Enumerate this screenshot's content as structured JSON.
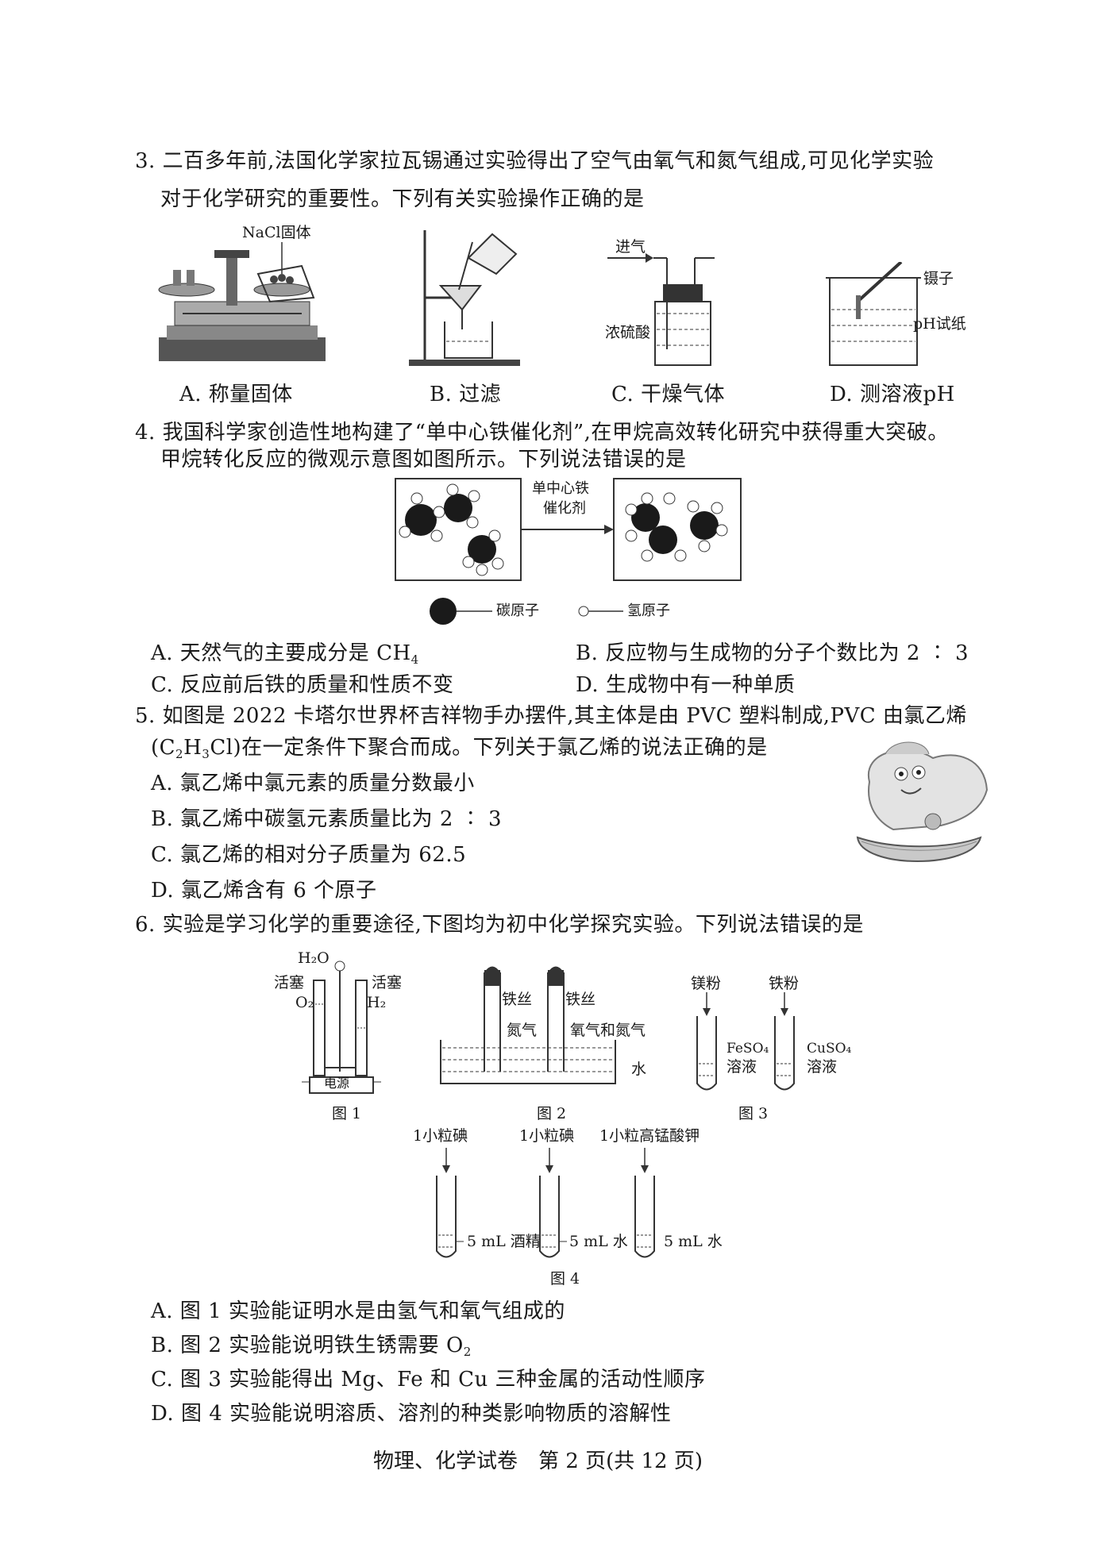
{
  "q3": {
    "line1": "3. 二百多年前,法国化学家拉瓦锡通过实验得出了空气由氧气和氮气组成,可见化学实验",
    "line2": "对于化学研究的重要性。下列有关实验操作正确的是",
    "label_nacl": "NaCl固体",
    "label_jinqi": "进气",
    "label_nongliusuan": "浓硫酸",
    "label_niezi": "镊子",
    "label_ph": "pH试纸",
    "optA": "A. 称量固体",
    "optB": "B. 过滤",
    "optC": "C. 干燥气体",
    "optD": "D. 测溶液pH"
  },
  "q4": {
    "line1": "4. 我国科学家创造性地构建了“单中心铁催化剂”,在甲烷高效转化研究中获得重大突破。",
    "line2": "甲烷转化反应的微观示意图如图所示。下列说法错误的是",
    "catalyst1": "单中心铁",
    "catalyst2": "催化剂",
    "legend_c": "碳原子",
    "legend_h": "氢原子",
    "optA_pre": "A. 天然气的主要成分是 CH",
    "optA_sub": "4",
    "optB": "B. 反应物与生成物的分子个数比为 2 ∶ 3",
    "optC": "C. 反应前后铁的质量和性质不变",
    "optD": "D. 生成物中有一种单质"
  },
  "q5": {
    "line1": "5. 如图是 2022 卡塔尔世界杯吉祥物手办摆件,其主体是由 PVC 塑料制成,PVC 由氯乙烯",
    "line2_a": "(C",
    "line2_s1": "2",
    "line2_b": "H",
    "line2_s2": "3",
    "line2_c": "Cl)在一定条件下聚合而成。下列关于氯乙烯的说法正确的是",
    "optA": "A. 氯乙烯中氯元素的质量分数最小",
    "optB": "B. 氯乙烯中碳氢元素质量比为 2 ∶ 3",
    "optC": "C. 氯乙烯的相对分子质量为 62.5",
    "optD": "D. 氯乙烯含有 6 个原子"
  },
  "q6": {
    "line1": "6. 实验是学习化学的重要途径,下图均为初中化学探究实验。下列说法错误的是",
    "f1_h2o": "H₂O",
    "f1_huosai_l": "活塞",
    "f1_huosai_r": "活塞",
    "f1_o2": "O₂",
    "f1_h2": "H₂",
    "f1_dianyuan": "电源",
    "f1_caption": "图 1",
    "f2_tiesi1": "铁丝",
    "f2_tiesi2": "铁丝",
    "f2_danqi": "氮气",
    "f2_yangdan": "氧气和氮气",
    "f2_shui": "水",
    "f2_caption": "图 2",
    "f3_meifen": "镁粉",
    "f3_tiefen": "铁粉",
    "f3_feso4": "FeSO₄",
    "f3_cuso4": "CuSO₄",
    "f3_rongye1": "溶液",
    "f3_rongye2": "溶液",
    "f3_caption": "图 3",
    "f4_dian1": "1小粒碘",
    "f4_dian2": "1小粒碘",
    "f4_gaomeng": "1小粒高锰酸钾",
    "f4_jiujing": "5 mL 酒精",
    "f4_shui1": "5 mL 水",
    "f4_shui2": "5 mL 水",
    "f4_caption": "图 4",
    "optA": "A. 图 1 实验能证明水是由氢气和氧气组成的",
    "optB_pre": "B. 图 2 实验能说明铁生锈需要 O",
    "optB_sub": "2",
    "optC": "C. 图 3 实验能得出 Mg、Fe 和 Cu 三种金属的活动性顺序",
    "optD": "D. 图 4 实验能说明溶质、溶剂的种类影响物质的溶解性"
  },
  "footer": "物理、化学试卷　第 2 页(共 12 页)"
}
